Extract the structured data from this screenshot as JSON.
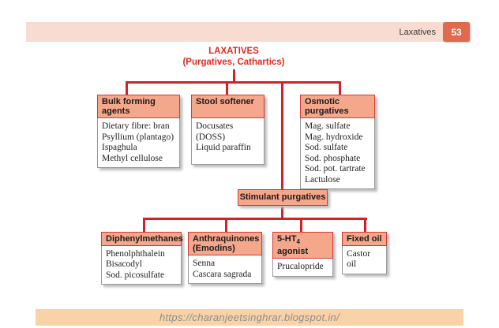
{
  "header_bar": {
    "title": "Laxatives",
    "page_number": "53"
  },
  "diagram": {
    "title_line1": "LAXATIVES",
    "title_line2": "(Purgatives, Cathartics)",
    "boxes": {
      "bulk": {
        "header": "Bulk forming agents",
        "items": [
          "Dietary fibre: bran",
          "Psyllium (plantago)",
          "Ispaghula",
          "Methyl cellulose"
        ]
      },
      "stool": {
        "header": "Stool softener",
        "items": [
          "Docusates (DOSS)",
          "Liquid paraffin"
        ]
      },
      "osmotic": {
        "header": "Osmotic purgatives",
        "items": [
          "Mag. sulfate",
          "Mag. hydroxide",
          "Sod. sulfate",
          "Sod. phosphate",
          "Sod. pot. tartrate",
          "Lactulose"
        ]
      },
      "stimulant": {
        "header": "Stimulant purgatives"
      },
      "diphenylmethanes": {
        "header": "Diphenylmethanes",
        "items": [
          "Phenolphthalein",
          "Bisacodyl",
          "Sod. picosulfate"
        ]
      },
      "anthraquinones": {
        "header": "Anthraquinones (Emodins)",
        "items": [
          "Senna",
          "Cascara sagrada"
        ]
      },
      "serotonin_agonist": {
        "header_pre": "5-HT",
        "header_sub": "4",
        "header_post": " agonist",
        "items": [
          "Prucalopride"
        ]
      },
      "fixed_oil": {
        "header": "Fixed oil",
        "items": [
          "Castor oil"
        ]
      }
    }
  },
  "footer": {
    "url": "https://charanjeetsinghrar.blogspot.in/"
  },
  "colors": {
    "line_red": "#d42128",
    "title_red": "#e02a1f",
    "box_header_fill": "#f5a78c",
    "box_header_border": "#d03a33",
    "header_bar_bg": "#f8dcd2",
    "badge_bg": "#e0694e",
    "footer_bg": "#f9d2a8"
  }
}
